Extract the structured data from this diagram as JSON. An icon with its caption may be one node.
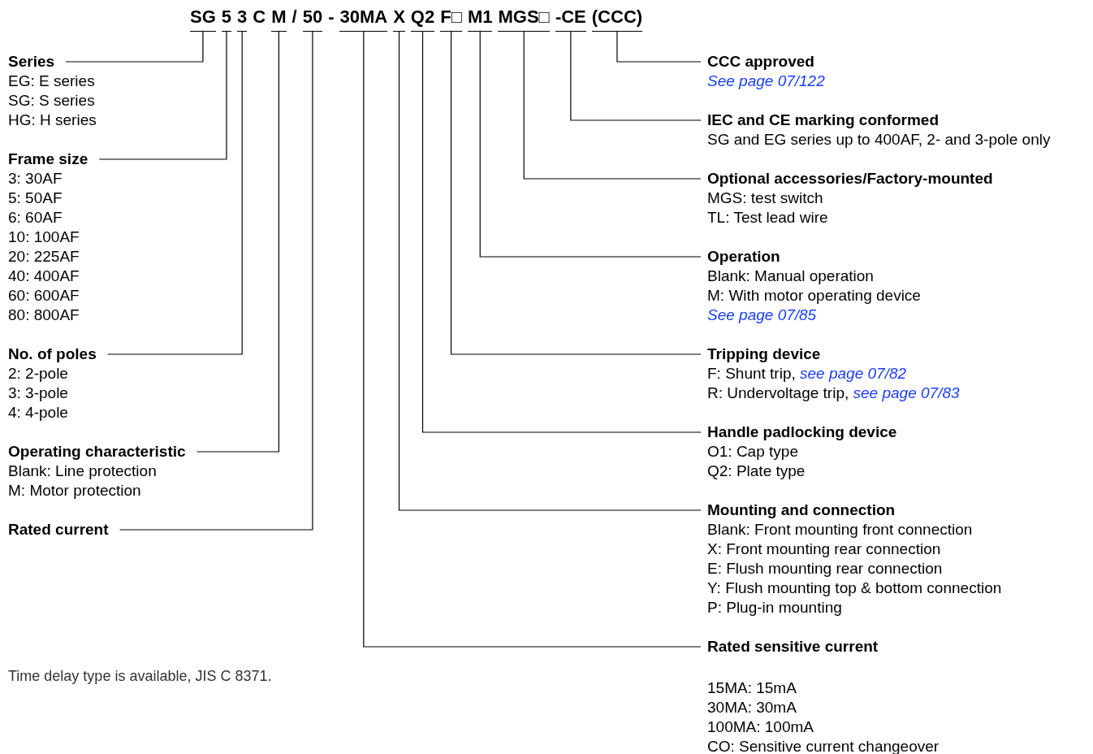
{
  "diagram": {
    "nodes": [
      {
        "text": [
          "SG"
        ]
      },
      {
        "text": [
          "5"
        ]
      },
      {
        "text": [
          "3"
        ]
      },
      {
        "text": [
          "M"
        ]
      },
      {
        "text": [
          "50"
        ]
      },
      {
        "text": [
          "30MA"
        ]
      },
      {
        "text": [
          "X"
        ]
      },
      {
        "text": [
          "Q2"
        ]
      },
      {
        "text": [
          "F□"
        ]
      },
      {
        "text": [
          "M1"
        ]
      },
      {
        "text": [
          "MGS□"
        ]
      },
      {
        "text": [
          "-CE"
        ]
      },
      {
        "text": [
          "(CCC)"
        ]
      },
      {
        "text": [
          "Series",
          "EG: E series",
          "SG: S series",
          "HG: H series"
        ]
      },
      {
        "text": [
          "Frame size",
          "3: 30AF",
          "5: 50AF",
          "6: 60AF",
          "10: 100AF",
          "20: 225AF",
          "40: 400AF",
          "60: 600AF",
          "80: 800AF"
        ]
      },
      {
        "text": [
          "No. of poles",
          "2: 2-pole",
          "3: 3-pole",
          "4: 4-pole"
        ]
      },
      {
        "text": [
          "Operating characteristic",
          "Blank: Line protection",
          "M: Motor protection"
        ]
      },
      {
        "text": [
          "Rated current"
        ]
      },
      {
        "text": [
          "CCC approved",
          "See page 07/122"
        ]
      },
      {
        "text": [
          "IEC and CE marking conformed",
          "SG and EG series up to 400AF, 2- and 3-pole only"
        ]
      },
      {
        "text": [
          "Optional accessories/Factory-mounted",
          "MGS: test switch",
          "TL: Test lead wire"
        ]
      },
      {
        "text": [
          "Operation",
          "Blank: Manual operation",
          "M: With motor operating device",
          "See page 07/85"
        ]
      },
      {
        "text": [
          "Tripping device",
          "F: Shunt trip, *see page 07/82*",
          "R: Undervoltage trip, *see page 07/83*"
        ]
      },
      {
        "text": [
          "Handle padlocking device",
          "O1: Cap type",
          "Q2: Plate type"
        ]
      },
      {
        "text": [
          "Mounting and connection",
          "Blank: Front mounting front connection",
          "X: Front mounting rear connection",
          "E: Flush mounting rear connection",
          "Y: Flush mounting top & bottom connection",
          "P: Plug-in mounting"
        ]
      },
      {
        "text": [
          "Rated sensitive current",
          "15MA: 15mA",
          "30MA: 30mA",
          "100MA: 100mA",
          "CO: Sensitive current changeover"
        ]
      }
    ],
    "edges": [
      {
        "from": 0,
        "to": 13,
        "arrow": "none"
      },
      {
        "from": 1,
        "to": 14,
        "arrow": "none"
      },
      {
        "from": 2,
        "to": 15,
        "arrow": "none"
      },
      {
        "from": 3,
        "to": 16,
        "arrow": "none"
      },
      {
        "from": 4,
        "to": 17,
        "arrow": "none"
      },
      {
        "from": 12,
        "to": 18,
        "arrow": "none"
      },
      {
        "from": 11,
        "to": 19,
        "arrow": "none"
      },
      {
        "from": 10,
        "to": 20,
        "arrow": "none"
      },
      {
        "from": 9,
        "to": 21,
        "arrow": "none"
      },
      {
        "from": 8,
        "to": 22,
        "arrow": "none"
      },
      {
        "from": 7,
        "to": 23,
        "arrow": "none"
      },
      {
        "from": 6,
        "to": 24,
        "arrow": "none"
      },
      {
        "from": 5,
        "to": 25,
        "arrow": "none"
      }
    ],
    "labels": [
      "C",
      "/",
      "-",
      "Time delay type is available, JIS C 8371."
    ]
  }
}
